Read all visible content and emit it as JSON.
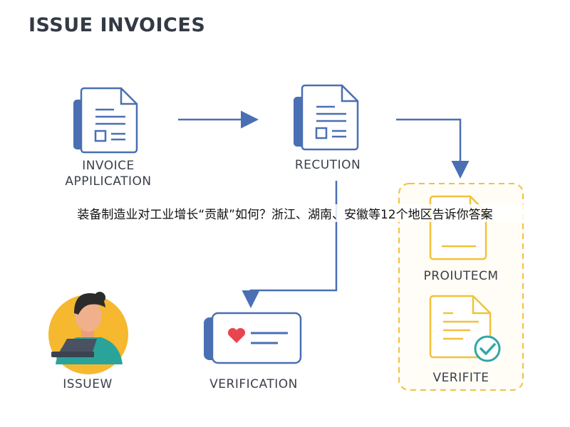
{
  "title": "ISSUE INVOICES",
  "headline": "装备制造业对工业增长“贡献”如何？浙江、湖南、安徽等12个地区告诉你答案",
  "nodes": {
    "invoice_application": {
      "line1": "INVOICE",
      "line2": "APPILICATION",
      "icon": "document-icon"
    },
    "recution": {
      "label": "RECUTION",
      "icon": "document-icon"
    },
    "proiutecm": {
      "label": "PROIUTECM",
      "icon": "document-icon"
    },
    "verifite": {
      "label": "VERIFITE",
      "icon": "document-check-icon"
    },
    "issuew": {
      "label": "ISSUEW",
      "icon": "person-laptop-icon"
    },
    "verification": {
      "label": "VERIFICATION",
      "icon": "card-heart-icon"
    }
  },
  "colors": {
    "accent_blue": "#4a6fb3",
    "accent_yellow": "#f2c13b",
    "title": "#333a45",
    "label": "#3a3f48"
  }
}
